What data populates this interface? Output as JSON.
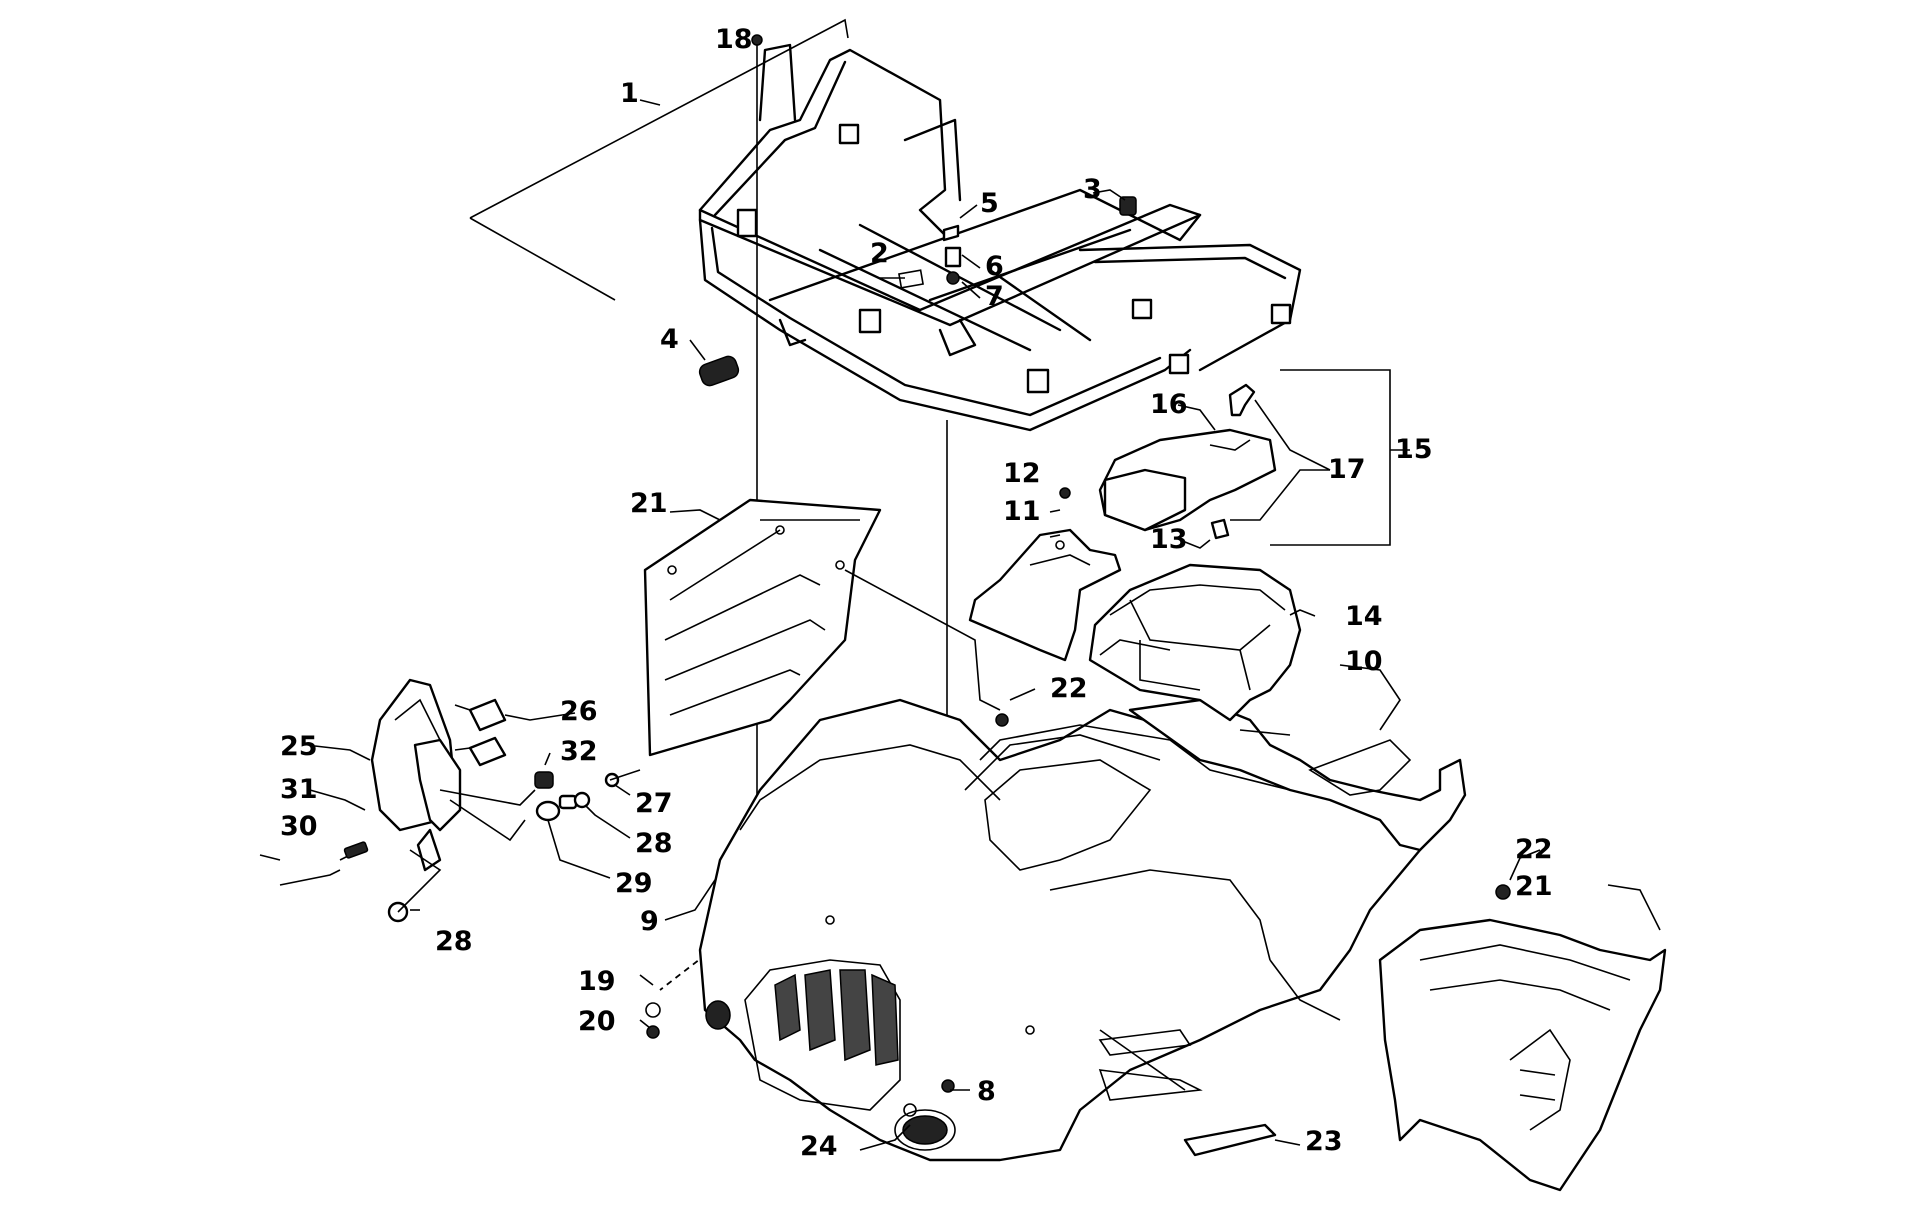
{
  "callouts": {
    "c1": "1",
    "c2": "2",
    "c3": "3",
    "c4": "4",
    "c5": "5",
    "c6": "6",
    "c7": "7",
    "c8": "8",
    "c9": "9",
    "c10": "10",
    "c11": "11",
    "c12": "12",
    "c13": "13",
    "c14": "14",
    "c15": "15",
    "c16": "16",
    "c17": "17",
    "c18": "18",
    "c19": "19",
    "c20": "20",
    "c21a": "21",
    "c21b": "21",
    "c22a": "22",
    "c22b": "22",
    "c23": "23",
    "c24": "24",
    "c25": "25",
    "c26": "26",
    "c27": "27",
    "c28a": "28",
    "c28b": "28",
    "c29": "29",
    "c30": "30",
    "c31": "31",
    "c32": "32"
  }
}
